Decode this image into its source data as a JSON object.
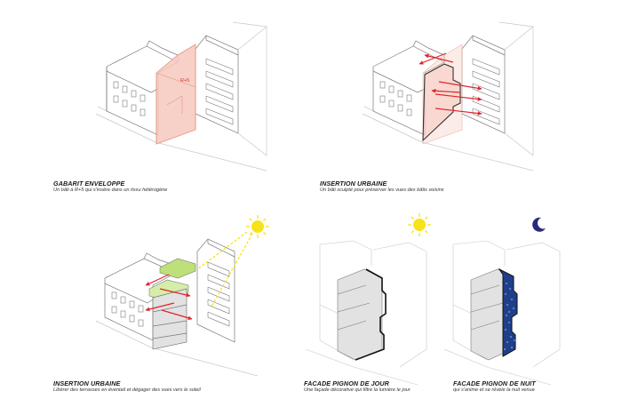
{
  "colors": {
    "line": "#7a7a7a",
    "faint": "#c8c8c8",
    "salmon": "#f6c9bd",
    "salmon_edge": "#e59484",
    "arrow": "#e0242a",
    "green": "#bde07a",
    "sun": "#f7e318",
    "moon": "#2a2a7a",
    "night_facade": "#1f3f8a",
    "gray_fill": "#e2e2e2"
  },
  "panels": [
    {
      "id": "gabarit",
      "title": "GABARIT ENVELOPPE",
      "subtitle": "Un bâti à R+5 qui s'insère dans un tissu hétérogène",
      "volume_label": "R+5"
    },
    {
      "id": "insertion1",
      "title": "INSERTION URBAINE",
      "subtitle": "Un bâti sculpté pour préserver les vues des bâtis voisins"
    },
    {
      "id": "insertion2",
      "title": "INSERTION URBAINE",
      "subtitle": "Libérer des terrasses en éventail et dégager des vues vers le soleil",
      "icon": "sun-icon"
    },
    {
      "id": "jour",
      "title": "FACADE PIGNON DE JOUR",
      "subtitle": "Une façade décorative qui filtre la lumière le jour",
      "icon": "sun-icon"
    },
    {
      "id": "nuit",
      "title": "FACADE PIGNON DE NUIT",
      "subtitle": "qui s'anime et se révèle la nuit venue",
      "icon": "moon-icon"
    }
  ]
}
